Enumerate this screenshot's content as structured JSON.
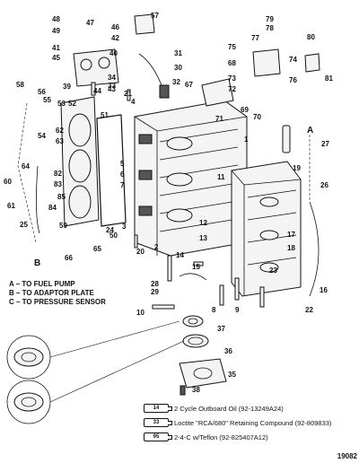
{
  "callouts": [
    "1",
    "2",
    "3",
    "4",
    "5",
    "6",
    "7",
    "8",
    "9",
    "10",
    "11",
    "12",
    "13",
    "14",
    "15",
    "16",
    "17",
    "18",
    "19",
    "20",
    "21",
    "22",
    "23",
    "24",
    "25",
    "26",
    "27",
    "28",
    "29",
    "30",
    "31",
    "32",
    "33",
    "34",
    "35",
    "36",
    "37",
    "38",
    "39",
    "40",
    "41",
    "42",
    "43",
    "44",
    "45",
    "46",
    "47",
    "48",
    "49",
    "50",
    "51",
    "52",
    "53",
    "54",
    "55",
    "56",
    "57",
    "58",
    "59",
    "60",
    "61",
    "62",
    "63",
    "64",
    "65",
    "66",
    "67",
    "68",
    "69",
    "70",
    "71",
    "72",
    "73",
    "74",
    "75",
    "76",
    "77",
    "78",
    "79",
    "80",
    "81",
    "82",
    "83",
    "84",
    "85"
  ],
  "side_labels": {
    "a": "A",
    "b": "B"
  },
  "notes": [
    "A – TO FUEL PUMP",
    "B – TO ADAPTOR PLATE",
    "C – TO PRESSURE SENSOR"
  ],
  "legend": [
    {
      "code": "14",
      "text": "2 Cycle Outboard Oil (92-13249A24)"
    },
    {
      "code": "33",
      "text": "Loctite \"RCA/680\" Retaining Compound (92-809833)"
    },
    {
      "code": "95",
      "text": "2-4-C w/Teflon (92-825407A12)"
    }
  ],
  "catalog_number": "19082"
}
